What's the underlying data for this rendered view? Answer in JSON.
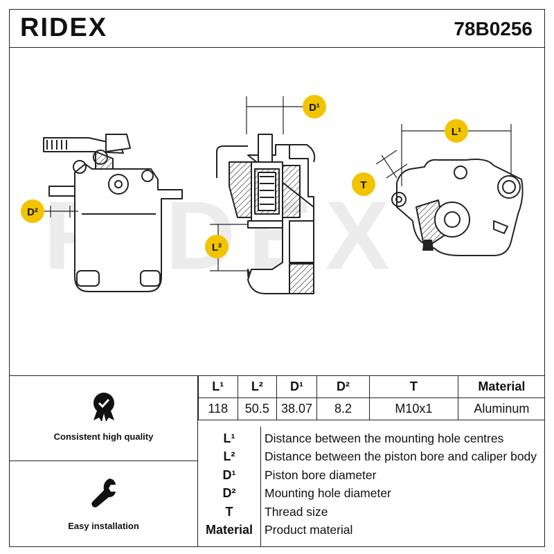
{
  "header": {
    "brand": "RIDEX",
    "part_number": "78B0256"
  },
  "watermark": "RIDEX",
  "callouts": {
    "d2_left": "D²",
    "l2": "L²",
    "d1": "D¹",
    "l1": "L¹",
    "t": "T"
  },
  "colors": {
    "accent": "#f2c400",
    "line": "#222222",
    "watermark": "#ececec"
  },
  "features": [
    {
      "icon": "quality-badge-icon",
      "label": "Consistent high quality"
    },
    {
      "icon": "wrench-icon",
      "label": "Easy installation"
    }
  ],
  "spec_table": {
    "headers": [
      "L¹",
      "L²",
      "D¹",
      "D²",
      "T",
      "Material"
    ],
    "values": [
      "118",
      "50.5",
      "38.07",
      "8.2",
      "M10x1",
      "Aluminum"
    ]
  },
  "legend": [
    {
      "key": "L¹",
      "text": "Distance between the mounting hole centres"
    },
    {
      "key": "L²",
      "text": "Distance between the piston bore and caliper body"
    },
    {
      "key": "D¹",
      "text": "Piston bore diameter"
    },
    {
      "key": "D²",
      "text": "Mounting hole diameter"
    },
    {
      "key": "T",
      "text": "Thread size"
    },
    {
      "key": "Material",
      "text": "Product material"
    }
  ]
}
